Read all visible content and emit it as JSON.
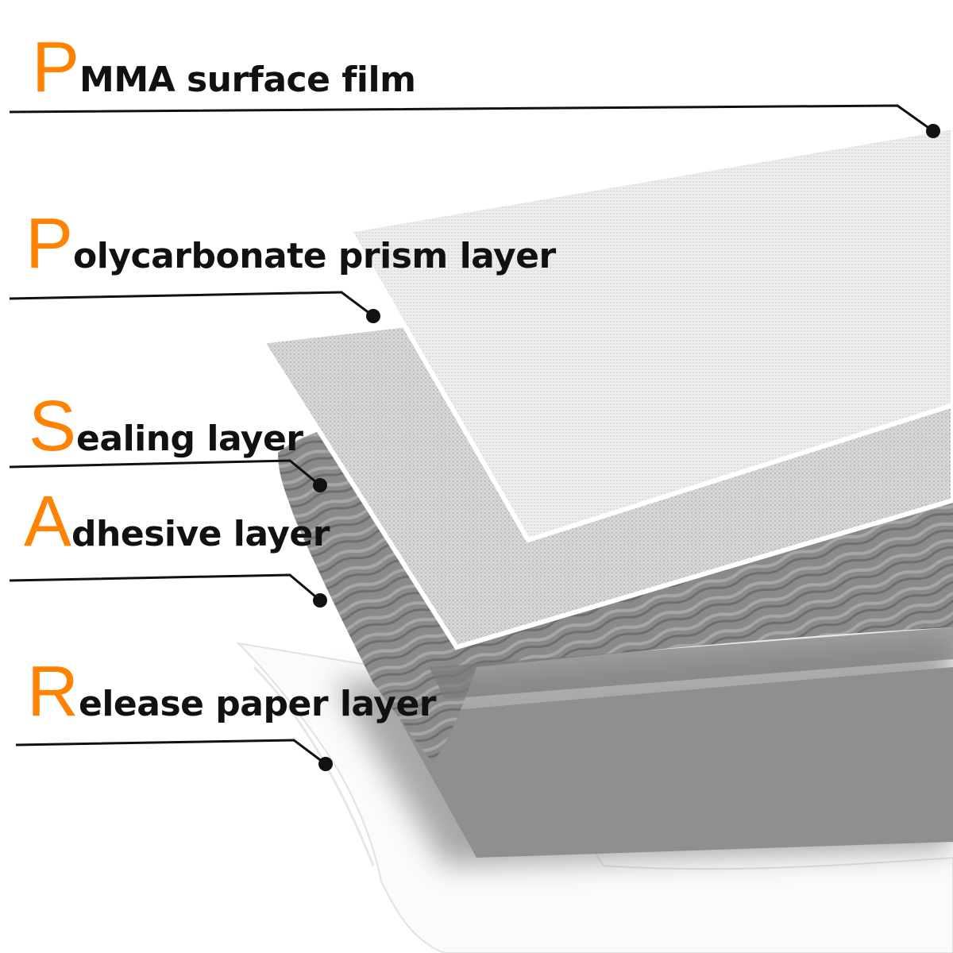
{
  "accent_color": "#ff8200",
  "text_color": "#111111",
  "layers": [
    {
      "initial": "P",
      "rest": "MMA surface film"
    },
    {
      "initial": "P",
      "rest": "olycarbonate prism layer"
    },
    {
      "initial": "S",
      "rest": "ealing layer"
    },
    {
      "initial": "A",
      "rest": "dhesive layer"
    },
    {
      "initial": "R",
      "rest": "elease paper layer"
    }
  ]
}
